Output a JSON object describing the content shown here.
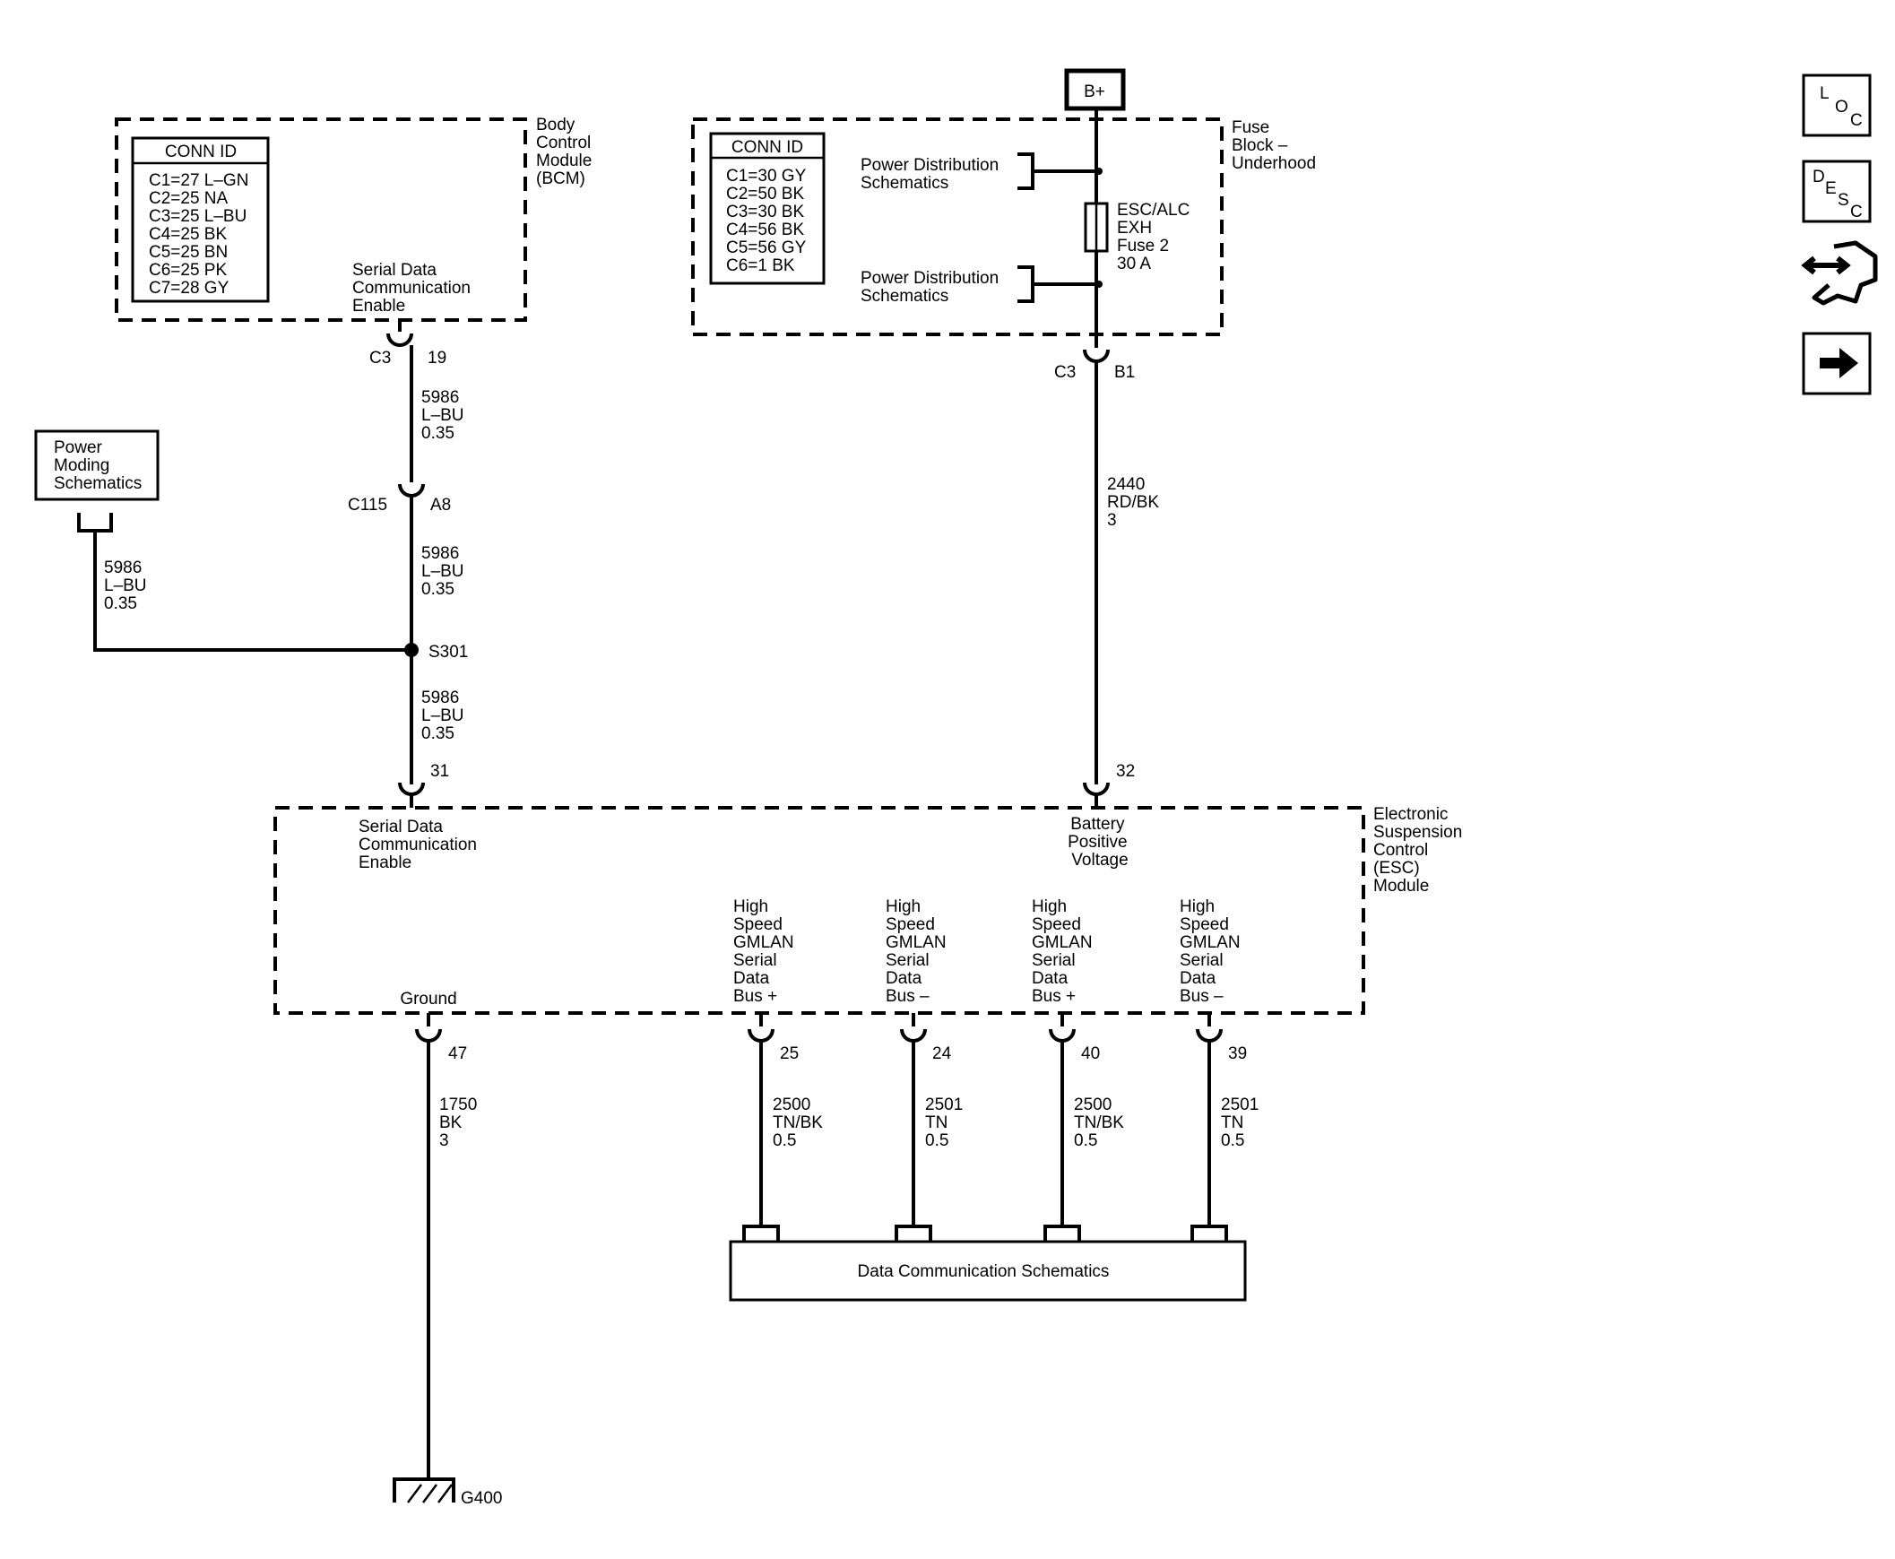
{
  "bcm": {
    "name": [
      "Body",
      "Control",
      "Module",
      "(BCM)"
    ],
    "conn_title": "CONN ID",
    "conn": [
      "C1=27 L–GN",
      "C2=25 NA",
      "C3=25 L–BU",
      "C4=25 BK",
      "C5=25 BN",
      "C6=25 PK",
      "C7=28 GY"
    ],
    "pin_label": [
      "Serial Data",
      "Communication",
      "Enable"
    ],
    "conn_name": "C3",
    "pin": "19"
  },
  "fuse_block": {
    "name": [
      "Fuse",
      "Block –",
      "Underhood"
    ],
    "conn_title": "CONN ID",
    "conn": [
      "C1=30 GY",
      "C2=50 BK",
      "C3=30 BK",
      "C4=56 BK",
      "C5=56 GY",
      "C6=1 BK"
    ],
    "ref_top": [
      "Power Distribution",
      "Schematics"
    ],
    "ref_bottom": [
      "Power Distribution",
      "Schematics"
    ],
    "fuse": [
      "ESC/ALC",
      "EXH",
      "Fuse 2",
      "30 A"
    ],
    "conn_name": "C3",
    "pin": "B1"
  },
  "battery": {
    "label": "B+"
  },
  "power_moding": {
    "label": [
      "Power",
      "Moding",
      "Schematics"
    ],
    "wire": [
      "5986",
      "L–BU",
      "0.35"
    ]
  },
  "wires": {
    "bcm_to_c115": [
      "5986",
      "L–BU",
      "0.35"
    ],
    "c115_to_splice": [
      "5986",
      "L–BU",
      "0.35"
    ],
    "splice_to_esc": [
      "5986",
      "L–BU",
      "0.35"
    ],
    "fuse_to_esc": [
      "2440",
      "RD/BK",
      "3"
    ],
    "ground": [
      "1750",
      "BK",
      "3"
    ]
  },
  "inline": {
    "conn_name": "C115",
    "pin": "A8"
  },
  "splice": {
    "label": "S301"
  },
  "esc": {
    "name": [
      "Electronic",
      "Suspension",
      "Control",
      "(ESC)",
      "Module"
    ],
    "pin_serial": "31",
    "pin_serial_label": [
      "Serial Data",
      "Communication",
      "Enable"
    ],
    "pin_batt": "32",
    "pin_batt_label": [
      "Battery",
      "Positive",
      "Voltage"
    ],
    "ground_label": "Ground",
    "pin_ground": "47",
    "gmlan": [
      {
        "label": [
          "High",
          "Speed",
          "GMLAN",
          "Serial",
          "Data",
          "Bus +"
        ],
        "pin": "25",
        "wire": [
          "2500",
          "TN/BK",
          "0.5"
        ]
      },
      {
        "label": [
          "High",
          "Speed",
          "GMLAN",
          "Serial",
          "Data",
          "Bus –"
        ],
        "pin": "24",
        "wire": [
          "2501",
          "TN",
          "0.5"
        ]
      },
      {
        "label": [
          "High",
          "Speed",
          "GMLAN",
          "Serial",
          "Data",
          "Bus +"
        ],
        "pin": "40",
        "wire": [
          "2500",
          "TN/BK",
          "0.5"
        ]
      },
      {
        "label": [
          "High",
          "Speed",
          "GMLAN",
          "Serial",
          "Data",
          "Bus –"
        ],
        "pin": "39",
        "wire": [
          "2501",
          "TN",
          "0.5"
        ]
      }
    ]
  },
  "data_comm": {
    "label": "Data Communication Schematics"
  },
  "ground_point": {
    "label": "G400"
  },
  "nav": {
    "loc": [
      "L",
      "O",
      "C"
    ],
    "desc": [
      "D",
      "E",
      "S",
      "C"
    ]
  }
}
